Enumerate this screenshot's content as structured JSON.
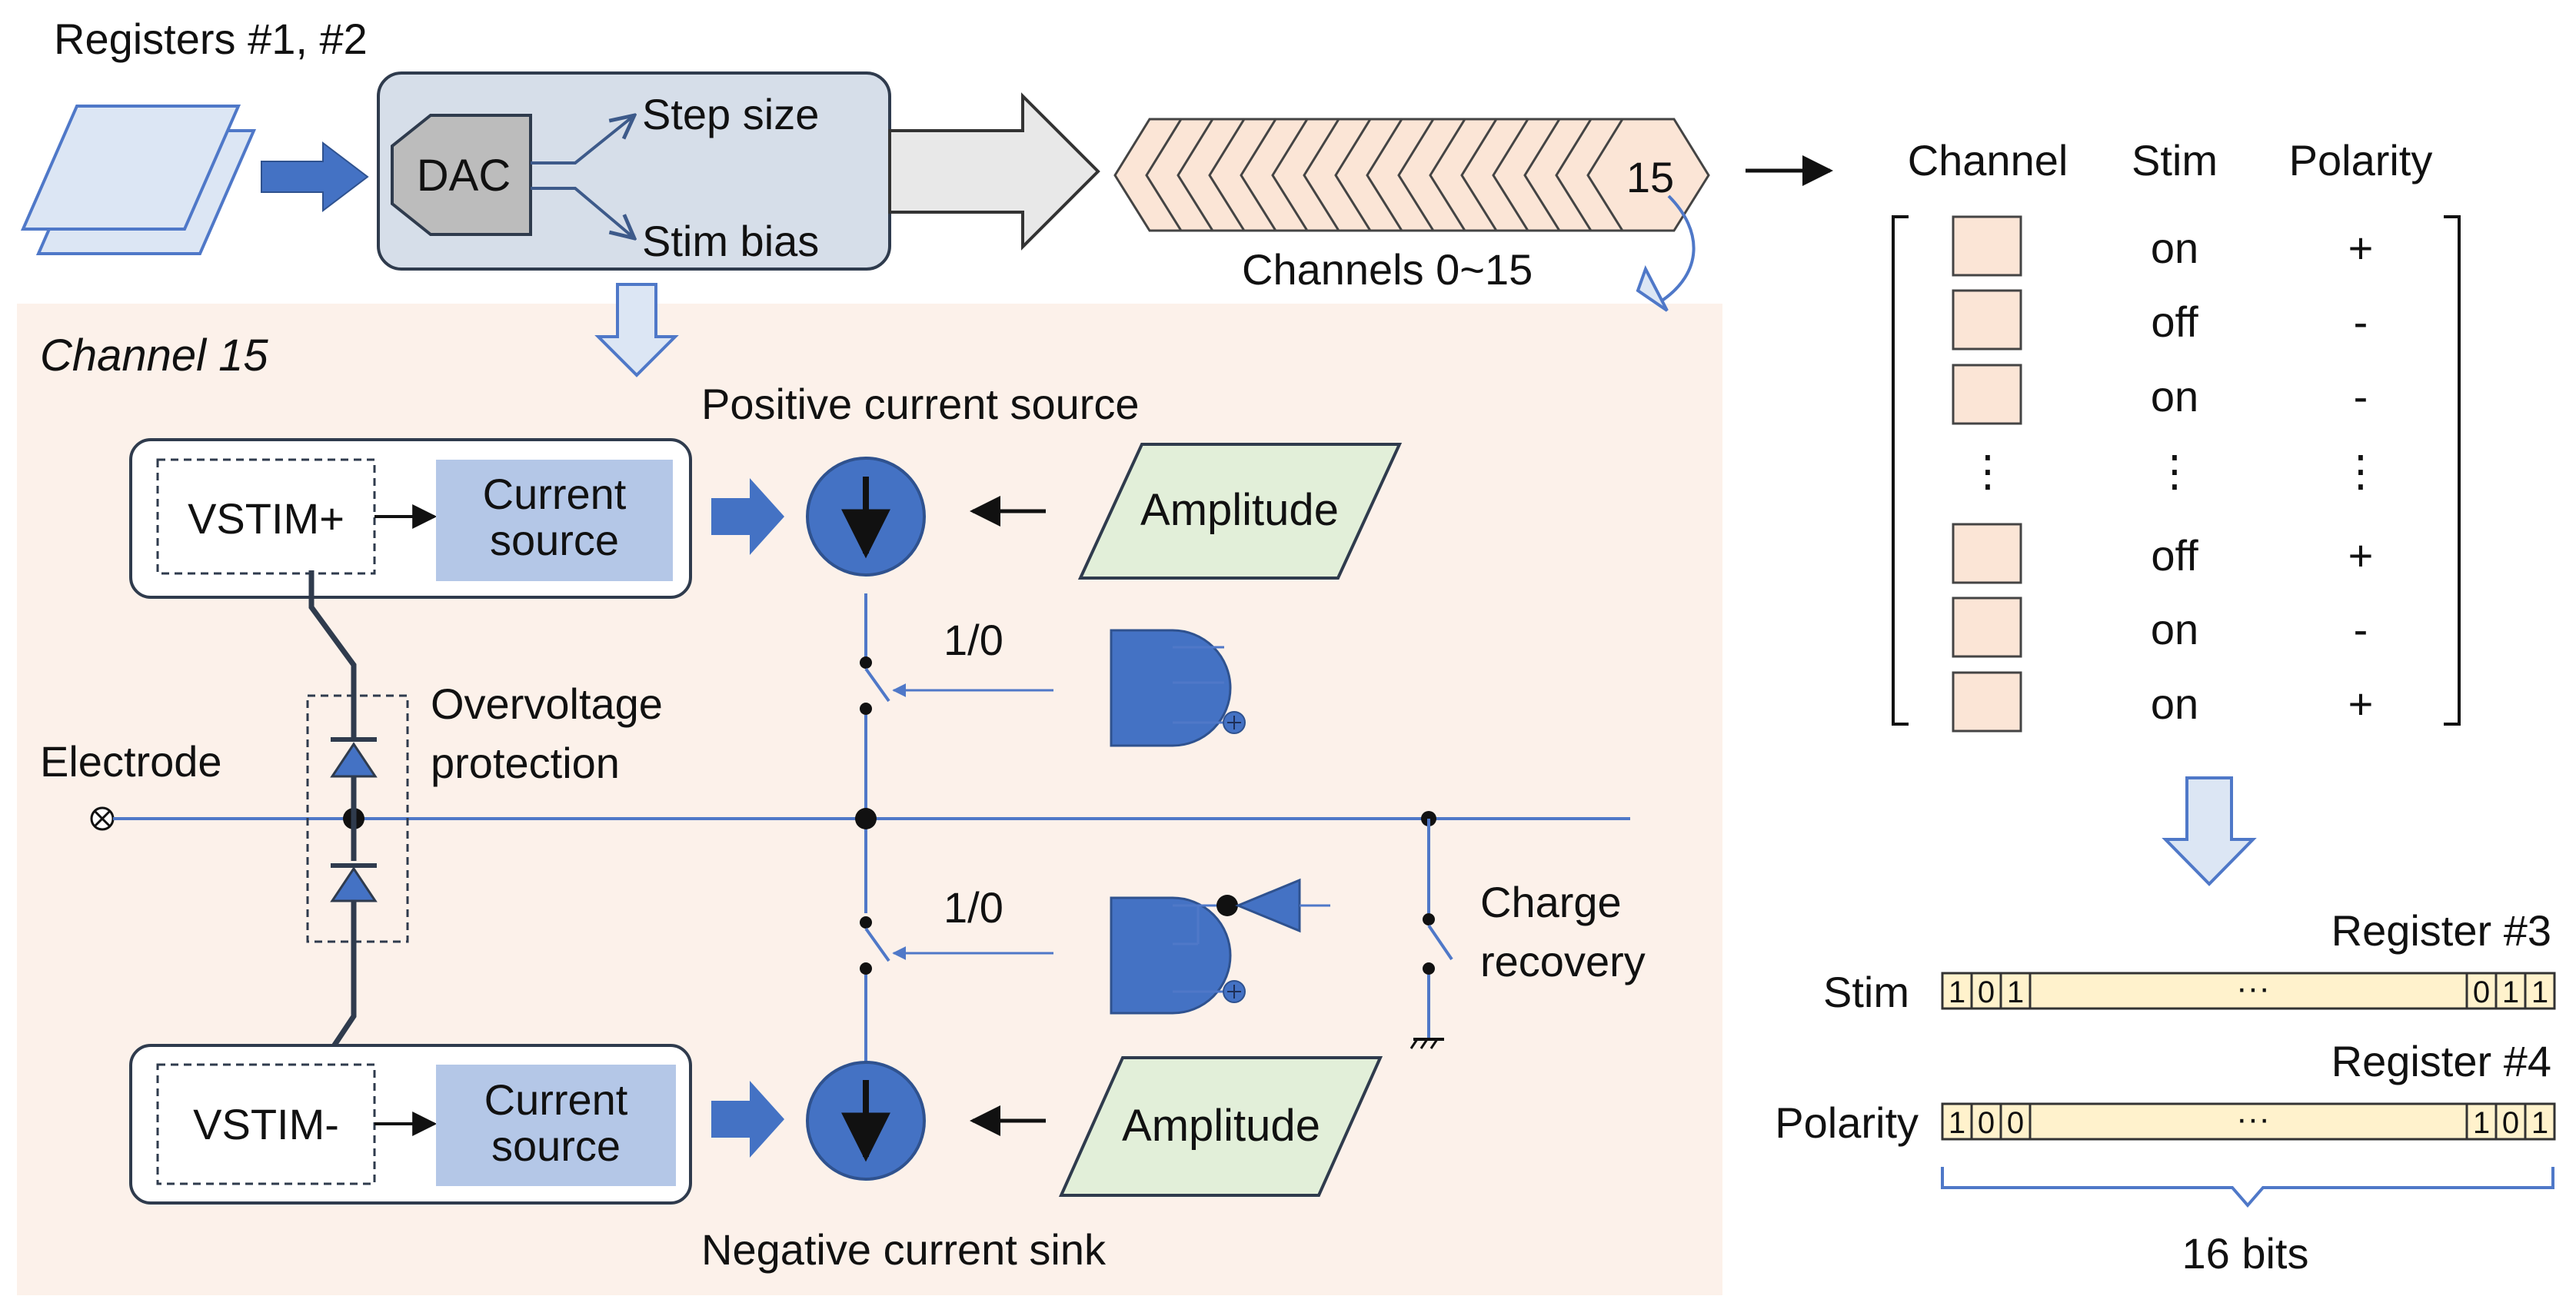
{
  "colors": {
    "blue_fill": "#4472c4",
    "blue_line": "#4f78c8",
    "light_blue_fill": "#dce6f4",
    "dac_box": "#d6dee9",
    "dac_block": "#bcbcbc",
    "peach": "#fbe5d6",
    "channel_bg": "#fcf1ea",
    "green": "#e2efd9",
    "cs_block": "#b4c7e7",
    "register_fill": "#fff2cc",
    "big_arrow": "#e8e8e8"
  },
  "top": {
    "registers_label": "Registers #1, #2",
    "dac_label": "DAC",
    "step_size": "Step size",
    "stim_bias": "Stim bias",
    "last_channel": "15",
    "channels_label": "Channels 0~15"
  },
  "channel": {
    "title": "Channel 15",
    "pos_source_label": "Positive current source",
    "neg_sink_label": "Negative current sink",
    "vstim_plus": "VSTIM+",
    "vstim_minus": "VSTIM-",
    "current_source_l1": "Current",
    "current_source_l2": "source",
    "amplitude": "Amplitude",
    "switch_label": "1/0",
    "electrode": "Electrode",
    "overvoltage_l1": "Overvoltage",
    "overvoltage_l2": "protection",
    "charge_l1": "Charge",
    "charge_l2": "recovery"
  },
  "table": {
    "headers": [
      "Channel",
      "Stim",
      "Polarity"
    ],
    "rows": [
      {
        "stim": "on",
        "polarity": "+"
      },
      {
        "stim": "off",
        "polarity": "-"
      },
      {
        "stim": "on",
        "polarity": "-"
      },
      {
        "stim": "⋮",
        "polarity": "⋮",
        "channel": "⋮"
      },
      {
        "stim": "off",
        "polarity": "+"
      },
      {
        "stim": "on",
        "polarity": "-"
      },
      {
        "stim": "on",
        "polarity": "+"
      }
    ]
  },
  "registers": {
    "reg3_label": "Register #3",
    "reg4_label": "Register #4",
    "stim_label": "Stim",
    "polarity_label": "Polarity",
    "stim_bits_left": [
      "1",
      "0",
      "1"
    ],
    "stim_bits_right": [
      "0",
      "1",
      "1"
    ],
    "pol_bits_left": [
      "1",
      "0",
      "0"
    ],
    "pol_bits_right": [
      "1",
      "0",
      "1"
    ],
    "ellipsis": "···",
    "width_label": "16 bits"
  }
}
